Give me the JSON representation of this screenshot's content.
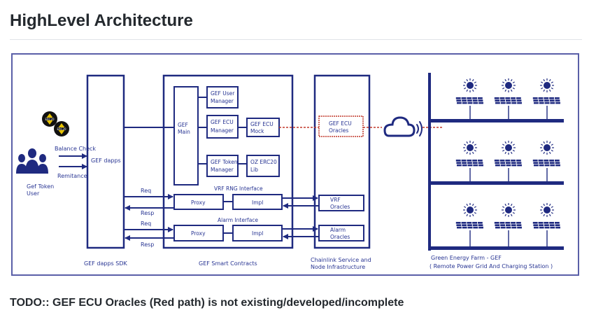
{
  "page": {
    "title": "HighLevel Architecture",
    "todo_note": "TODO:: GEF ECU Oracles (Red path) is not existing/developed/incomplete"
  },
  "colors": {
    "primary": "#1f2a80",
    "text": "#283593",
    "red_path": "#c0392b",
    "frame": "#5a5fa8",
    "coin": "#111111",
    "coin_accent": "#e6c200"
  },
  "diagram": {
    "user": {
      "icon": "users-icon",
      "label_line1": "Gef Token",
      "label_line2": "User",
      "token_badge": "ERC20",
      "token_icon": "erc20-coin-icon"
    },
    "user_arrows": {
      "balance_check": "Balance Check",
      "remitance": "Remitance"
    },
    "sdk": {
      "box_label": "GEF dapps",
      "caption": "GEF dapps SDK"
    },
    "sdk_links": {
      "req1": "Req",
      "resp1": "Resp",
      "req2": "Req",
      "resp2": "Resp"
    },
    "smart_contracts": {
      "caption": "GEF Smart Contracts",
      "main_line1": "GEF",
      "main_line2": "Main",
      "user_manager_line1": "GEF User",
      "user_manager_line2": "Manager",
      "ecu_manager_line1": "GEF ECU",
      "ecu_manager_line2": "Manager",
      "ecu_mock_line1": "GEF ECU",
      "ecu_mock_line2": "Mock",
      "token_manager_line1": "GEF Token",
      "token_manager_line2": "Manager",
      "oz_erc20_line1": "OZ ERC20",
      "oz_erc20_line2": "Lib",
      "vrf_interface": "VRF RNG Interface",
      "alarm_interface": "Alarm Interface",
      "proxy": "Proxy",
      "impl": "Impl"
    },
    "chainlink": {
      "caption_line1": "Chainlink Service and",
      "caption_line2": "Node Infrastructure",
      "ecu_oracles_line1": "GEF ECU",
      "ecu_oracles_line2": "Oracles",
      "vrf_oracles_line1": "VRF",
      "vrf_oracles_line2": "Oracles",
      "alarm_oracles_line1": "Alarm",
      "alarm_oracles_line2": "Oracles"
    },
    "cloud": {
      "icon": "cloud-signal-icon"
    },
    "farm": {
      "caption_line1": "Green Energy Farm - GEF",
      "caption_line2": "( Remote Power Grid And Charging Station )",
      "rows": 3,
      "panels_per_row": 3,
      "panel_icon": "solar-panel-icon",
      "sun_icon": "sun-icon"
    }
  }
}
